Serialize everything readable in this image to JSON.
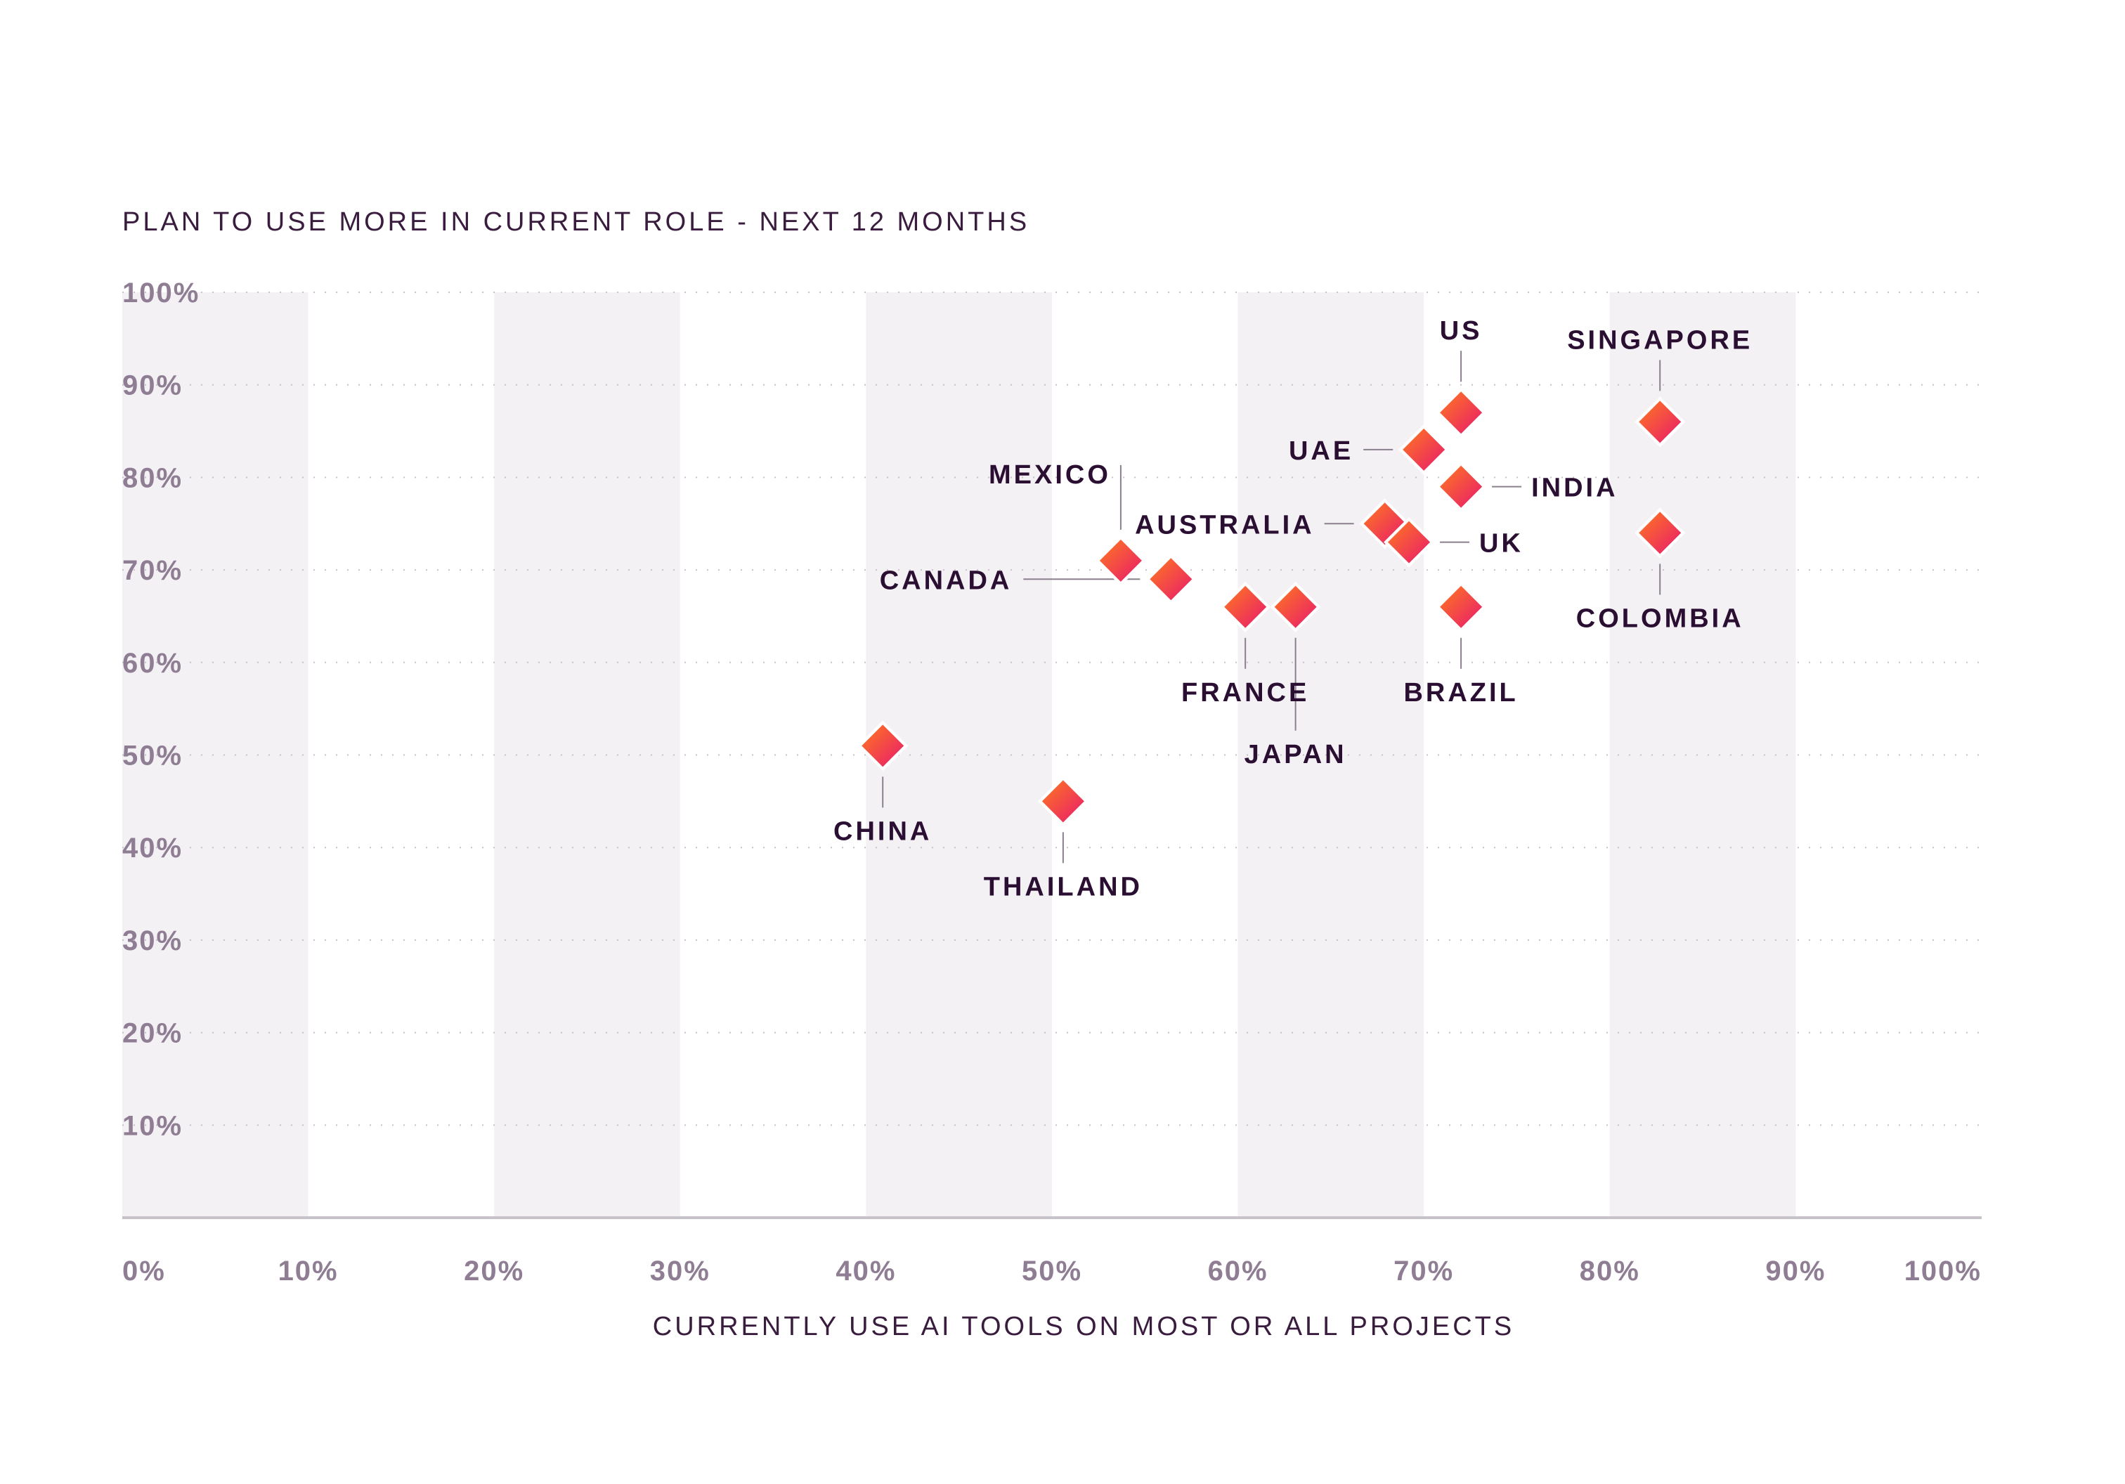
{
  "colors": {
    "marker_start": "#ff7a1e",
    "marker_end": "#e8196e",
    "text_dark": "#2b0f33",
    "tick_text": "#8f7d94",
    "band": "#f3f1f4",
    "grid": "#c9c0cc"
  },
  "chart_data": {
    "type": "scatter",
    "title": "",
    "ylabel": "PLAN TO USE MORE IN CURRENT ROLE - NEXT 12 MONTHS",
    "xlabel": "CURRENTLY USE AI TOOLS ON MOST OR ALL PROJECTS",
    "xlim": [
      0,
      100
    ],
    "ylim": [
      0,
      100
    ],
    "x_ticks": [
      "0%",
      "10%",
      "20%",
      "30%",
      "40%",
      "50%",
      "60%",
      "70%",
      "80%",
      "90%",
      "100%"
    ],
    "y_ticks": [
      "10%",
      "20%",
      "30%",
      "40%",
      "50%",
      "60%",
      "70%",
      "80%",
      "90%",
      "100%"
    ],
    "grid": "horizontal dotted lines with alternating vertical bands",
    "points": [
      {
        "label": "US",
        "x": 72,
        "y": 87,
        "label_pos": "above"
      },
      {
        "label": "SINGAPORE",
        "x": 82.7,
        "y": 86,
        "label_pos": "above"
      },
      {
        "label": "UAE",
        "x": 70,
        "y": 83,
        "label_pos": "left"
      },
      {
        "label": "INDIA",
        "x": 72,
        "y": 79,
        "label_pos": "right"
      },
      {
        "label": "AUSTRALIA",
        "x": 67.9,
        "y": 75,
        "label_pos": "left"
      },
      {
        "label": "UK",
        "x": 69.2,
        "y": 73,
        "label_pos": "right"
      },
      {
        "label": "COLOMBIA",
        "x": 82.7,
        "y": 74,
        "label_pos": "below"
      },
      {
        "label": "MEXICO",
        "x": 53.7,
        "y": 71,
        "label_pos": "above-left"
      },
      {
        "label": "CANADA",
        "x": 56.4,
        "y": 69,
        "label_pos": "left"
      },
      {
        "label": "FRANCE",
        "x": 60.4,
        "y": 66,
        "label_pos": "below"
      },
      {
        "label": "JAPAN",
        "x": 63.1,
        "y": 66,
        "label_pos": "below-far"
      },
      {
        "label": "BRAZIL",
        "x": 72,
        "y": 66,
        "label_pos": "below"
      },
      {
        "label": "CHINA",
        "x": 40.9,
        "y": 51,
        "label_pos": "below"
      },
      {
        "label": "THAILAND",
        "x": 50.6,
        "y": 45,
        "label_pos": "below"
      }
    ]
  }
}
